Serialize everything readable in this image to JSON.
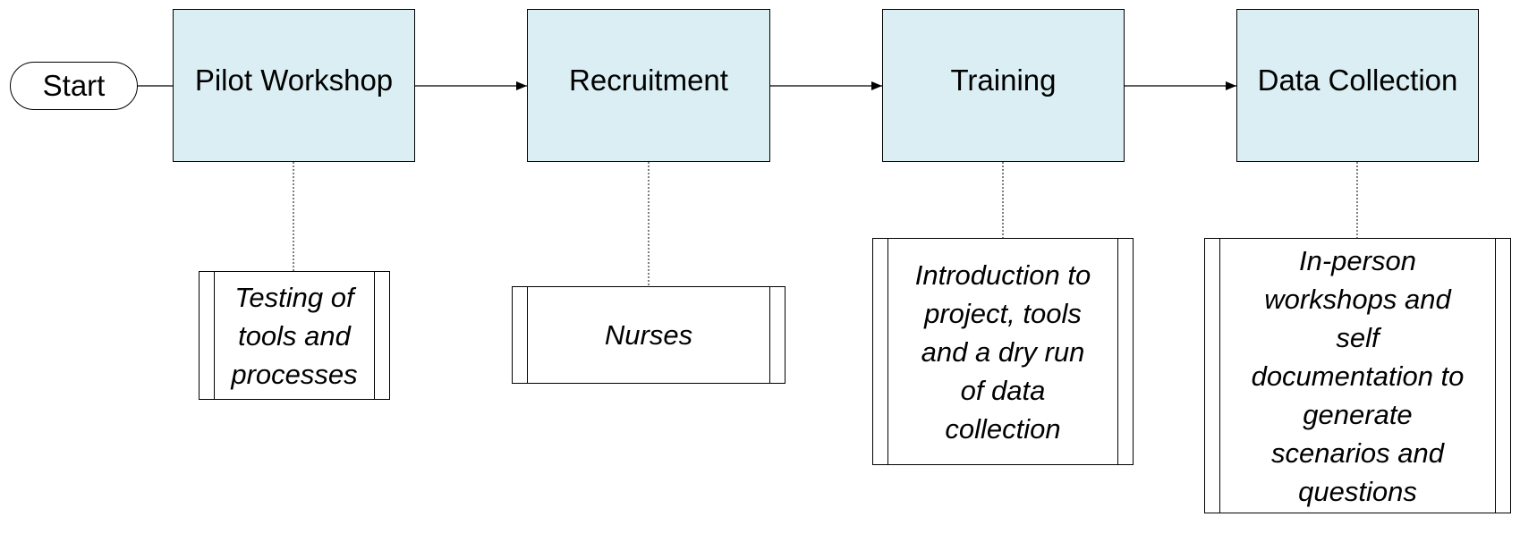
{
  "diagram": {
    "start_label": "Start",
    "steps": [
      {
        "label": "Pilot Workshop",
        "note": "Testing of\ntools and\nprocesses"
      },
      {
        "label": "Recruitment",
        "note": "Nurses"
      },
      {
        "label": "Training",
        "note": "Introduction to\nproject, tools\nand a dry run\nof data\ncollection"
      },
      {
        "label": "Data Collection",
        "note": "In-person\nworkshops and\nself\ndocumentation to\ngenerate\nscenarios and\nquestions"
      }
    ],
    "colors": {
      "process_fill": "#daeef3",
      "stroke": "#000000",
      "background": "#ffffff"
    }
  }
}
